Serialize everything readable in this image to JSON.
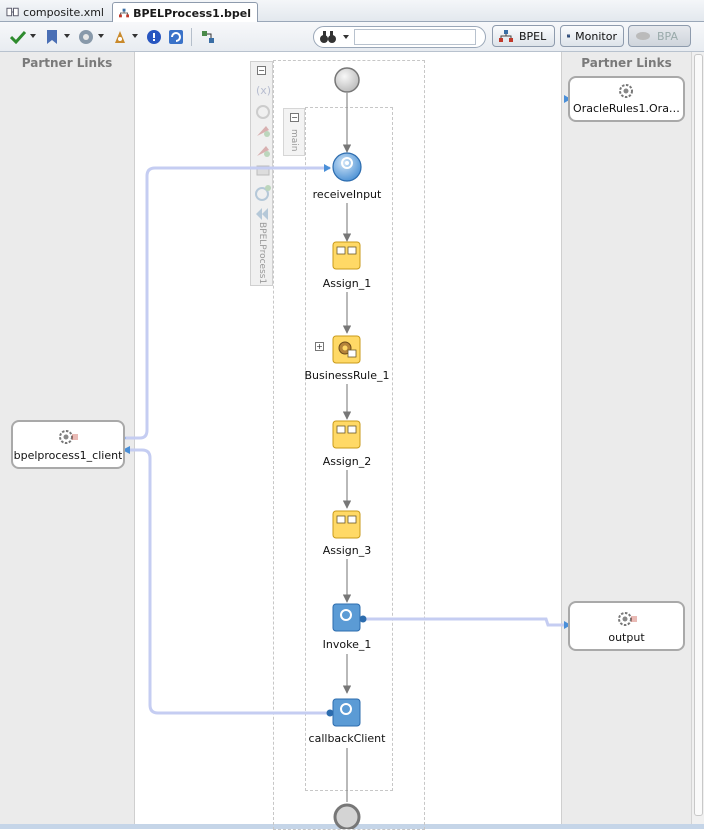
{
  "tabs": [
    {
      "label": "composite.xml",
      "active": false
    },
    {
      "label": "BPELProcess1.bpel",
      "active": true
    }
  ],
  "toolbar": {
    "search_value": "",
    "modes": [
      {
        "label": "BPEL",
        "enabled": true
      },
      {
        "label": "Monitor",
        "enabled": true
      },
      {
        "label": "BPA",
        "enabled": false
      }
    ],
    "icons": [
      "validate-icon",
      "bookmark-icon",
      "debug-icon",
      "deploy-icon",
      "info-icon",
      "refresh-icon",
      "flow-icon",
      "binoculars-icon"
    ]
  },
  "lanes": {
    "left_title": "Partner Links",
    "right_title": "Partner Links"
  },
  "partner_links": {
    "client": "bpelprocess1_client",
    "rules": "OracleRules1.Ora…",
    "output": "output"
  },
  "scope": {
    "main_label": "main",
    "process_label": "BPELProcess1"
  },
  "activities": [
    {
      "name": "receiveInput",
      "kind": "receive"
    },
    {
      "name": "Assign_1",
      "kind": "assign"
    },
    {
      "name": "BusinessRule_1",
      "kind": "business-rule"
    },
    {
      "name": "Assign_2",
      "kind": "assign"
    },
    {
      "name": "Assign_3",
      "kind": "assign"
    },
    {
      "name": "Invoke_1",
      "kind": "invoke"
    },
    {
      "name": "callbackClient",
      "kind": "invoke"
    }
  ],
  "colors": {
    "assign_fill": "#ffd966",
    "invoke_fill": "#5b9bd5",
    "link_line": "#c5cdf2",
    "lane_bg": "#ebebeb"
  }
}
